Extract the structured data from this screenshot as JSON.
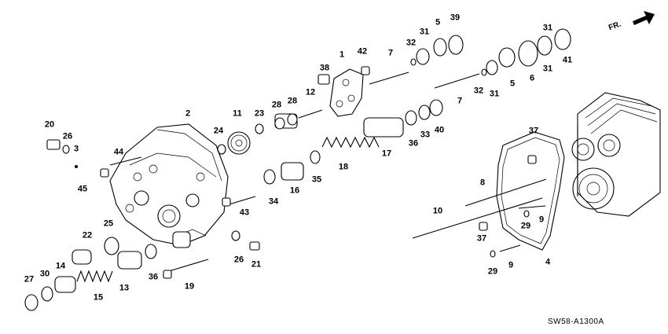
{
  "diagram": {
    "code": "SW58-A1300A",
    "direction_label": "FR.",
    "part_numbers": [
      "20",
      "26",
      "3",
      "45",
      "44",
      "2",
      "11",
      "24",
      "23",
      "28",
      "28",
      "12",
      "38",
      "1",
      "42",
      "7",
      "32",
      "31",
      "5",
      "39",
      "31",
      "32",
      "7",
      "31",
      "5",
      "6",
      "31",
      "41",
      "17",
      "36",
      "33",
      "40",
      "18",
      "16",
      "35",
      "34",
      "43",
      "22",
      "25",
      "14",
      "27",
      "30",
      "15",
      "13",
      "36",
      "19",
      "26",
      "21",
      "37",
      "8",
      "10",
      "9",
      "37",
      "29",
      "29",
      "9",
      "4"
    ]
  }
}
